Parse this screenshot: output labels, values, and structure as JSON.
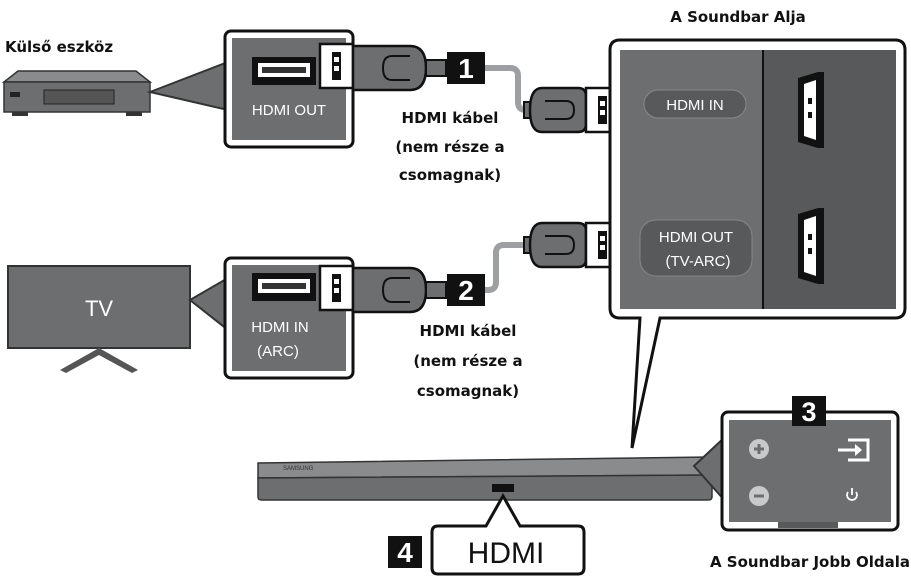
{
  "labels": {
    "external_device": "Külső eszköz",
    "tv": "TV",
    "soundbar_bottom": "A Soundbar Alja",
    "soundbar_right": "A Soundbar Jobb Oldala",
    "hdmi_big": "HDMI",
    "cable1": [
      "HDMI kábel",
      "(nem része a",
      "csomagnak)"
    ],
    "cable2": [
      "HDMI kábel",
      "(nem része a",
      "csomagnak)"
    ],
    "ext_port": "HDMI OUT",
    "tv_port": [
      "HDMI IN",
      "(ARC)"
    ],
    "sb_hdmi_in": "HDMI IN",
    "sb_hdmi_out": [
      "HDMI OUT",
      "(TV-ARC)"
    ],
    "brand": "SAMSUNG"
  },
  "numbers": [
    "1",
    "2",
    "3",
    "4"
  ],
  "colors": {
    "panel_gray": "#6d6e70",
    "panel_dark": "#58595b",
    "cable_gray": "#9d9fa2",
    "black": "#111111"
  }
}
